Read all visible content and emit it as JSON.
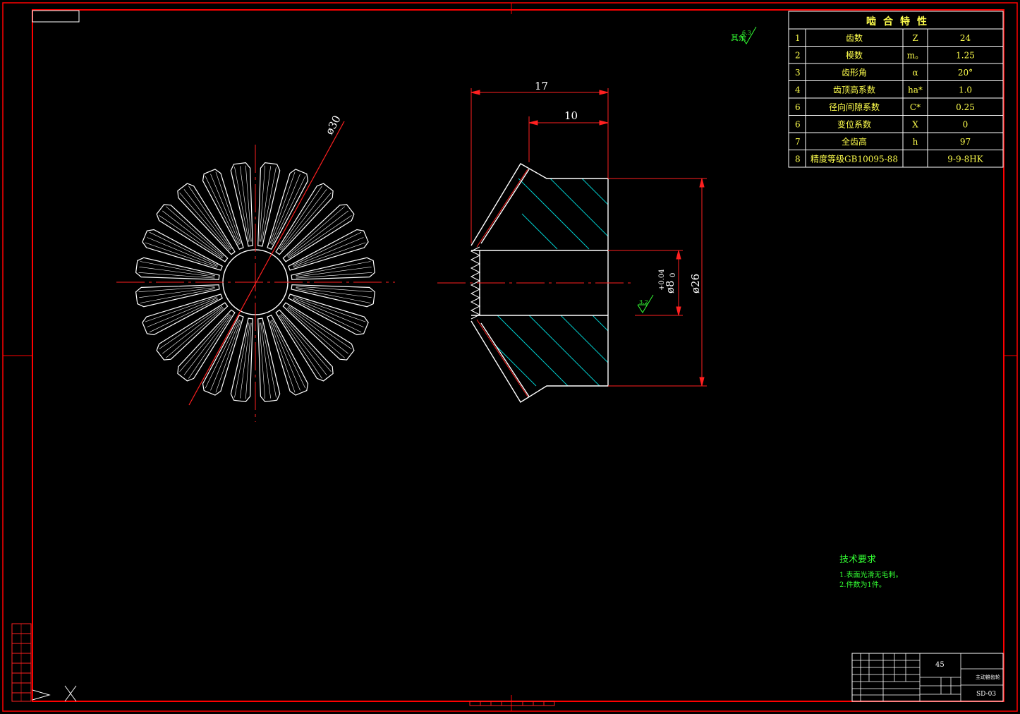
{
  "dimensions": {
    "overall_length": "17",
    "hub_length": "10",
    "tip_diameter": "ø30",
    "bore_diameter": "ø8",
    "bore_tolerance_upper": "+0.04",
    "bore_tolerance_lower": "0",
    "outer_hub_diameter": "ø26"
  },
  "surface_finish": {
    "general_prefix": "其余",
    "general_value": "6.3",
    "bore_value": "3.2"
  },
  "mesh_table": {
    "title": "啮合特性",
    "rows": [
      {
        "no": "1",
        "name": "齿数",
        "symbol": "Z",
        "value": "24"
      },
      {
        "no": "2",
        "name": "模数",
        "symbol": "m。",
        "value": "1.25"
      },
      {
        "no": "3",
        "name": "齿形角",
        "symbol": "α",
        "value": "20°"
      },
      {
        "no": "4",
        "name": "齿顶高系数",
        "symbol": "ha*",
        "value": "1.0"
      },
      {
        "no": "6",
        "name": "径向间隙系数",
        "symbol": "C*",
        "value": "0.25"
      },
      {
        "no": "6",
        "name": "变位系数",
        "symbol": "X",
        "value": "0"
      },
      {
        "no": "7",
        "name": "全齿高",
        "symbol": "h",
        "value": "97"
      },
      {
        "no": "8",
        "name": "精度等级GB10095-88",
        "symbol": "",
        "value": "9-9-8HK"
      }
    ]
  },
  "tech_requirements": {
    "title": "技术要求",
    "items": [
      "1.表面光滑无毛刺。",
      "2.件数为1件。"
    ]
  },
  "title_block": {
    "material": "45",
    "part_name": "主动锥齿轮",
    "drawing_no": "SD-03"
  },
  "colors": {
    "frame": "#ff0000",
    "outline": "#ffffff",
    "hatch": "#00cccc",
    "centerline": "#ff2020",
    "text_table": "#ffff4d",
    "text_notes": "#33ff33"
  }
}
